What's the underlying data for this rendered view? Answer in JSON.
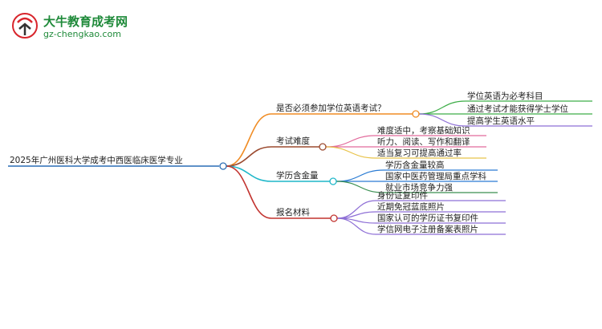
{
  "logo": {
    "title": "大牛教育成考网",
    "url": "gz-chengkao.com"
  },
  "mindmap": {
    "root": "2025年广州医科大学成考中西医临床医学专业",
    "branches": [
      {
        "label": "是否必须参加学位英语考试？",
        "color": "#f08c24",
        "children": [
          {
            "label": "学位英语为必考科目",
            "color": "#3fae49"
          },
          {
            "label": "通过考试才能获得学士学位",
            "color": "#3fae49"
          },
          {
            "label": "提高学生英语水平",
            "color": "#8e6fd6"
          }
        ]
      },
      {
        "label": "考试难度",
        "color": "#9b4a2f",
        "children": [
          {
            "label": "难度适中，考察基础知识",
            "color": "#e26a9c"
          },
          {
            "label": "听力、阅读、写作和翻译",
            "color": "#e26a9c"
          },
          {
            "label": "适当复习可提高通过率",
            "color": "#e8c34a"
          }
        ]
      },
      {
        "label": "学历含金量",
        "color": "#1fb7c9",
        "children": [
          {
            "label": "学历含金量较高",
            "color": "#2a7bd3"
          },
          {
            "label": "国家中医药管理局重点学科",
            "color": "#2a7bd3"
          },
          {
            "label": "就业市场竞争力强",
            "color": "#3a8f52"
          }
        ]
      },
      {
        "label": "报名材料",
        "color": "#c2332f",
        "children": [
          {
            "label": "身份证复印件",
            "color": "#8e6fd6"
          },
          {
            "label": "近期免冠蓝底照片",
            "color": "#8e6fd6"
          },
          {
            "label": "国家认可的学历证书复印件",
            "color": "#8e6fd6"
          },
          {
            "label": "学信网电子注册备案表照片",
            "color": "#8e6fd6"
          }
        ]
      }
    ]
  }
}
